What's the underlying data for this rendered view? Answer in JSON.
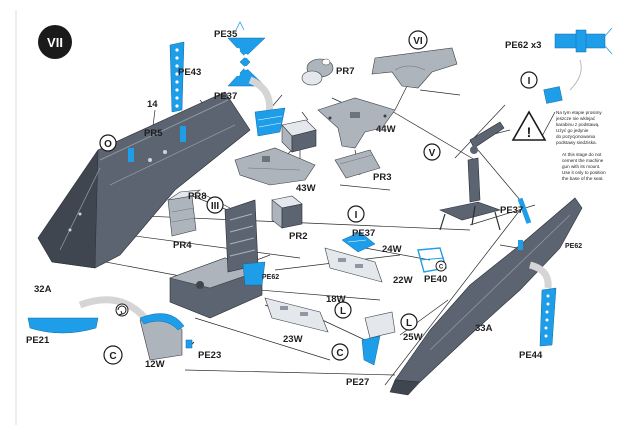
{
  "step_number": "VII",
  "part_labels": {
    "pe35": "PE35",
    "pe43": "PE43",
    "pe37_top": "PE37",
    "n14": "14",
    "pr5": "PR5",
    "pr7": "PR7",
    "vi": "VI",
    "pe62x3": "PE62 x3",
    "w44": "44W",
    "pr3": "PR3",
    "w43": "43W",
    "pr8": "PR8",
    "pr4": "PR4",
    "pr2": "PR2",
    "pe62_seat": "PE62",
    "pe37_mid": "PE37",
    "w24": "24W",
    "w22": "22W",
    "pe40": "PE40",
    "pe37_right": "PE37",
    "pe62_right": "PE62",
    "a32": "32A",
    "w18": "18W",
    "pe21": "PE21",
    "a33": "33A",
    "w25": "25W",
    "w23": "23W",
    "pe23": "PE23",
    "w12": "12W",
    "pe27": "PE27",
    "pe44": "PE44"
  },
  "callouts": {
    "o": "O",
    "iii": "III",
    "i_mid": "I",
    "i_right": "I",
    "v": "V",
    "c_mid": "C",
    "c_left": "C",
    "l_a": "L",
    "l_b": "L"
  },
  "note_polish": [
    "Na tym etapie prosimy",
    "jeszcze nie wklejać",
    "karabinu z podstawą.",
    "Użyć go jedynie",
    "do pozycjonowania",
    "podstawy siedziska."
  ],
  "note_english": [
    "At this stage do not",
    "cement the machine",
    "gun with its mount.",
    "Use it only to position",
    "the base of the seat."
  ],
  "warning_symbol": "!",
  "colors": {
    "photoetch": "#1e9ee8",
    "hull_steel": "#5b6470",
    "step_badge": "#1a1a1a"
  }
}
